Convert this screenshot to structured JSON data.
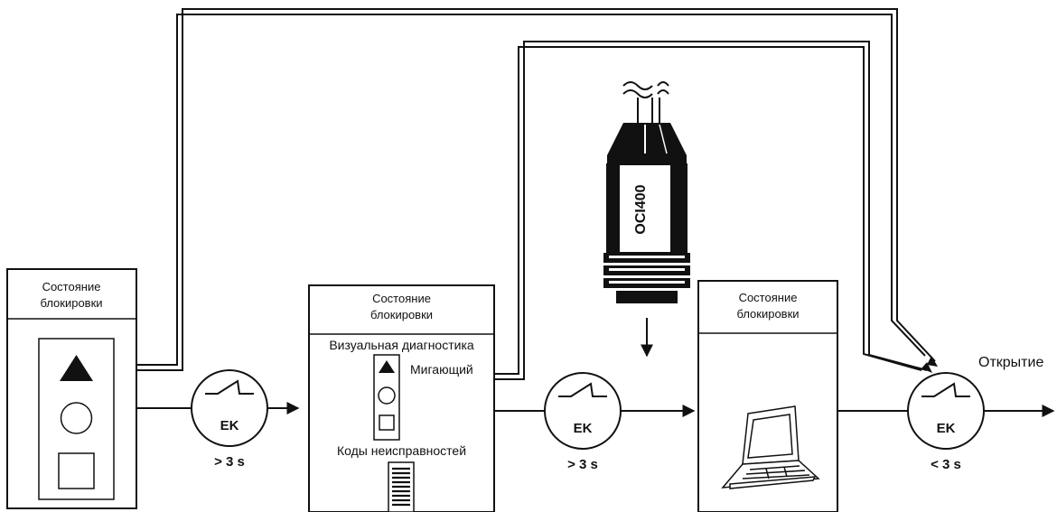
{
  "blocks": {
    "left": {
      "title_line1": "Состояние",
      "title_line2": "блокировки"
    },
    "middle": {
      "title_line1": "Состояние",
      "title_line2": "блокировки",
      "visual_diag": "Визуальная диагностика",
      "blinking": "Мигающий",
      "fault_codes": "Коды неисправностей"
    },
    "right": {
      "title_line1": "Состояние",
      "title_line2": "блокировки"
    }
  },
  "switches": [
    {
      "label": "EK",
      "time": "> 3 s"
    },
    {
      "label": "EK",
      "time": "> 3 s"
    },
    {
      "label": "EK",
      "time": "< 3 s"
    }
  ],
  "device": {
    "label": "OCI400"
  },
  "output": {
    "label": "Открытие"
  },
  "colors": {
    "stroke": "#111111",
    "background": "#ffffff"
  }
}
